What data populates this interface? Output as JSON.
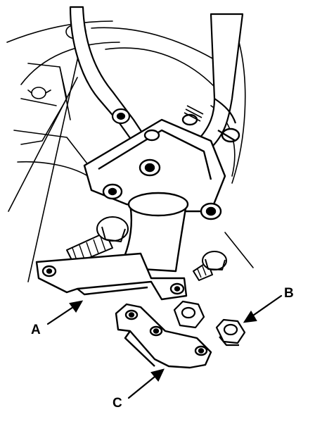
{
  "callouts": {
    "a": "A",
    "b": "B",
    "c": "C"
  },
  "colors": {
    "ink": "#000000",
    "paper": "#ffffff"
  }
}
